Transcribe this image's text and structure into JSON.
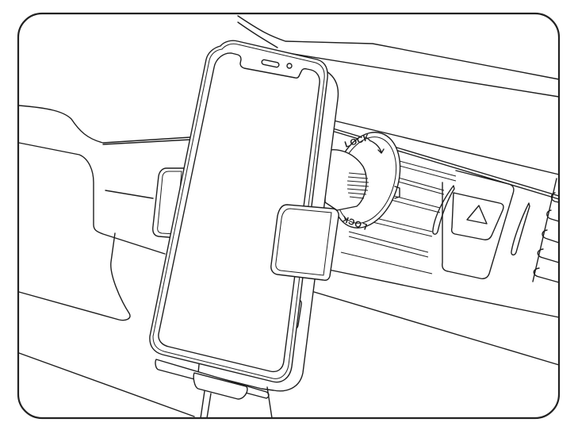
{
  "illustration": {
    "subject": "Phone mounted in car air-vent wireless charging holder",
    "frame": {
      "border_color": "#222222",
      "background": "#ffffff",
      "corner_radius": 30
    },
    "line_color": "#1e1e1e",
    "labels": {
      "lock_top": "LOCK",
      "lock_bottom": "LOCK"
    },
    "icons": {
      "hazard_button": "triangle-icon",
      "lock_arrow": "curved-arrow-icon"
    }
  }
}
